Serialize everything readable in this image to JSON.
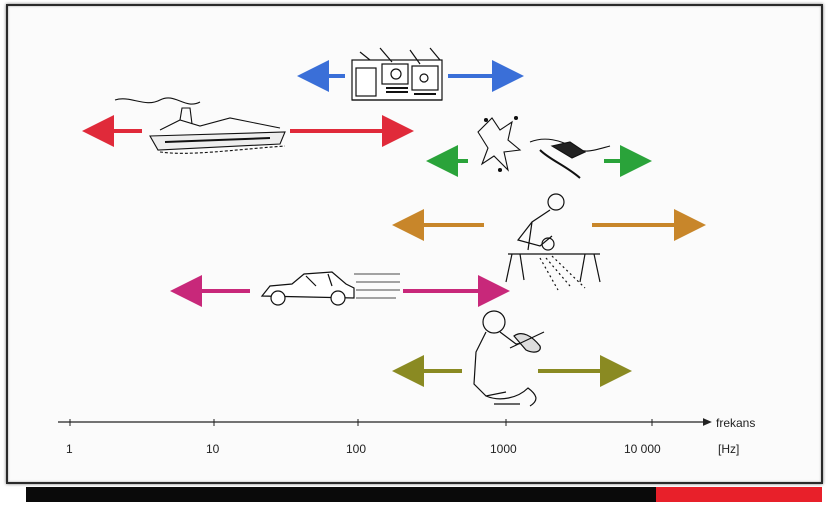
{
  "axis": {
    "label": "frekans",
    "unit": "[Hz]",
    "ticks": [
      "1",
      "10",
      "100",
      "1000",
      "10 000"
    ]
  },
  "colors": {
    "blue_arrow": "#3a6fd8",
    "red_arrow": "#e02a3a",
    "green_arrow": "#2aa33a",
    "orange_arrow": "#c8862a",
    "magenta_arrow": "#c8287a",
    "olive_arrow": "#8a8a22",
    "bar_black": "#0a0a0a",
    "bar_red": "#e8202a"
  },
  "sources": [
    {
      "icon": "machine-icon",
      "arrow": "blue_arrow"
    },
    {
      "icon": "ship-icon",
      "arrow": "red_arrow"
    },
    {
      "icon": "bird-icon",
      "arrow": "green_arrow"
    },
    {
      "icon": "grinder-worker-icon",
      "arrow": "orange_arrow"
    },
    {
      "icon": "car-icon",
      "arrow": "magenta_arrow"
    },
    {
      "icon": "violinist-icon",
      "arrow": "olive_arrow"
    }
  ]
}
